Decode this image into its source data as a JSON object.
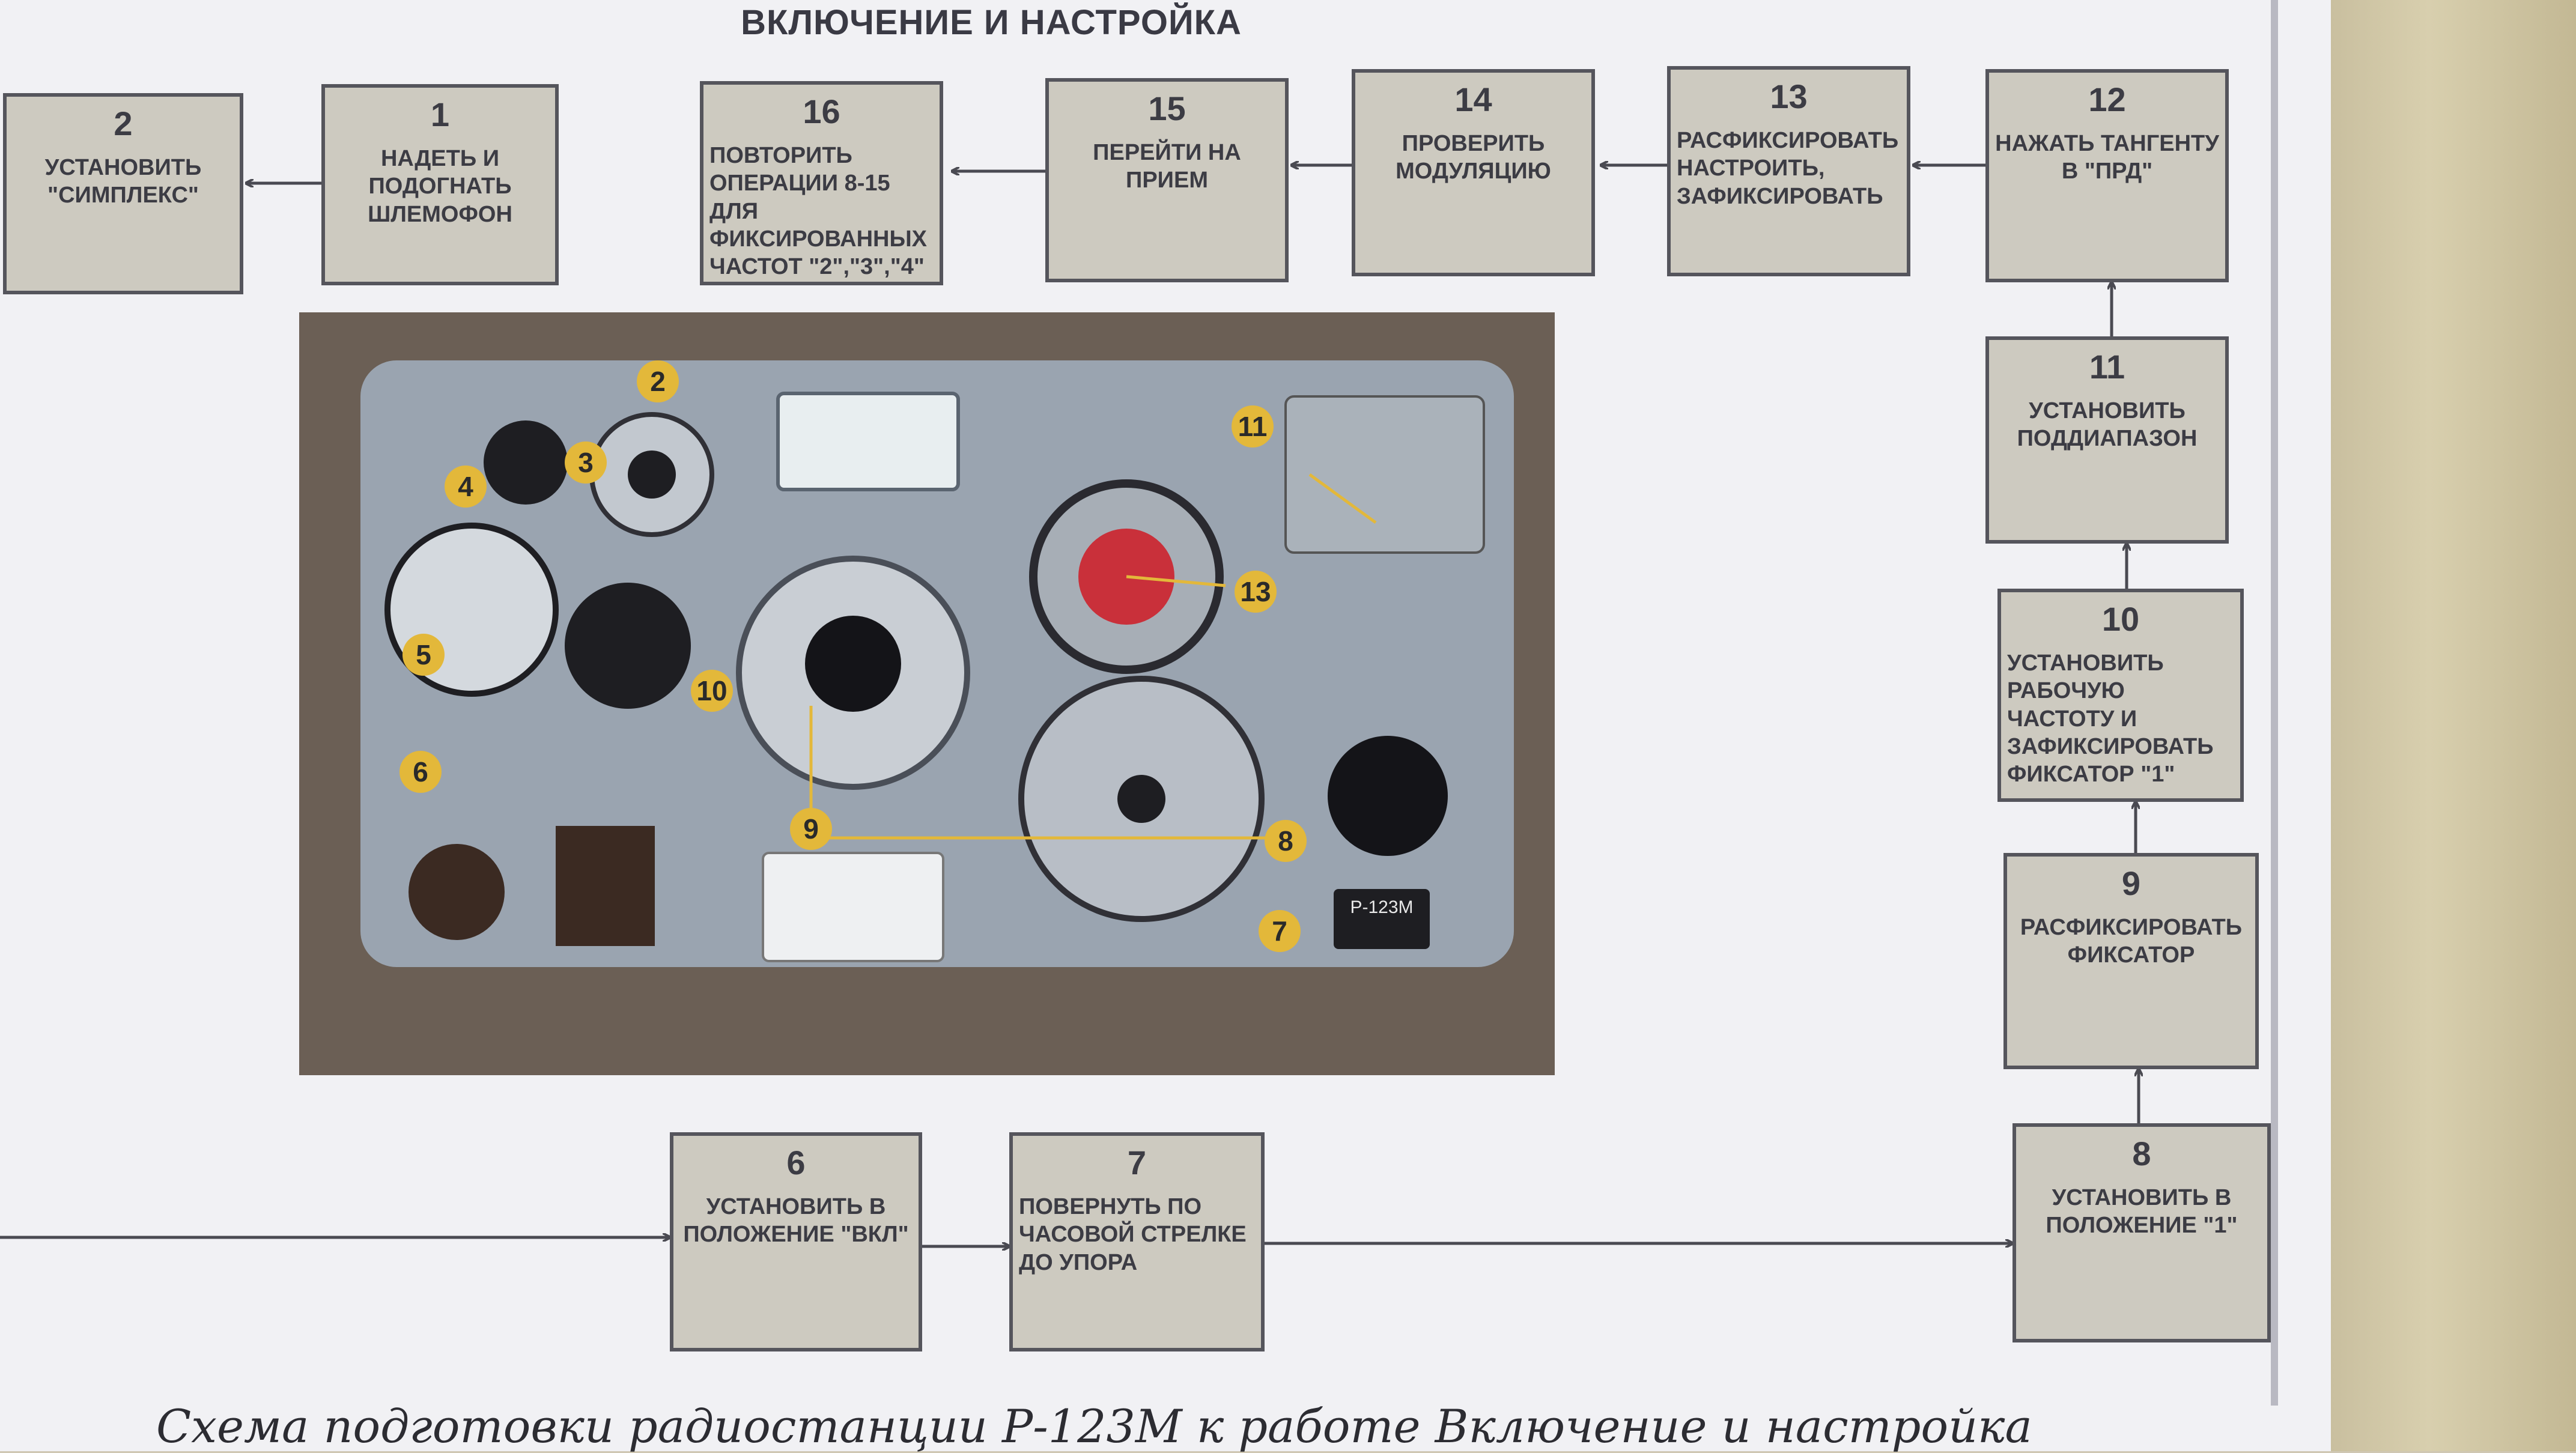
{
  "title": "ВКЛЮЧЕНИЕ И НАСТРОЙКА",
  "steps": [
    {
      "num": "1",
      "text": "НАДЕТЬ И ПОДОГНАТЬ ШЛЕМОФОН"
    },
    {
      "num": "2",
      "text": "УСТАНОВИТЬ \"СИМПЛЕКС\""
    },
    {
      "num": "6",
      "text": "УСТАНОВИТЬ В ПОЛОЖЕНИЕ \"ВКЛ\""
    },
    {
      "num": "7",
      "text": "ПОВЕРНУТЬ ПО ЧАСОВОЙ СТРЕЛКЕ ДО УПОРА"
    },
    {
      "num": "8",
      "text": "УСТАНОВИТЬ В ПОЛОЖЕНИЕ \"1\""
    },
    {
      "num": "9",
      "text": "РАСФИКСИРОВАТЬ ФИКСАТОР"
    },
    {
      "num": "10",
      "text": "УСТАНОВИТЬ РАБОЧУЮ ЧАСТОТУ И ЗАФИКСИРОВАТЬ ФИКСАТОР \"1\""
    },
    {
      "num": "11",
      "text": "УСТАНОВИТЬ ПОДДИАПАЗОН"
    },
    {
      "num": "12",
      "text": "НАЖАТЬ ТАНГЕНТУ В \"ПРД\""
    },
    {
      "num": "13",
      "text": "РАСФИКСИРОВАТЬ НАСТРОИТЬ, ЗАФИКСИРОВАТЬ"
    },
    {
      "num": "14",
      "text": "ПРОВЕРИТЬ МОДУЛЯЦИЮ"
    },
    {
      "num": "15",
      "text": "ПЕРЕЙТИ НА ПРИЕМ"
    },
    {
      "num": "16",
      "text": "ПОВТОРИТЬ ОПЕРАЦИИ 8-15 ДЛЯ ФИКСИРОВАННЫХ ЧАСТОТ \"2\",\"3\",\"4\""
    }
  ],
  "photo_callouts": [
    "2",
    "3",
    "4",
    "5",
    "6",
    "7",
    "8",
    "9",
    "10",
    "11",
    "13"
  ],
  "photo_labels": {
    "model": "Р-123М"
  },
  "caption": "Схема подготовки радиостанции Р-123М к работе Включение и настройка",
  "colors": {
    "box_fill": "#cdcac0",
    "box_border": "#55555c",
    "arrow": "#4a4a52",
    "callout": "#e3b83a",
    "panel": "#9aa4b0"
  }
}
